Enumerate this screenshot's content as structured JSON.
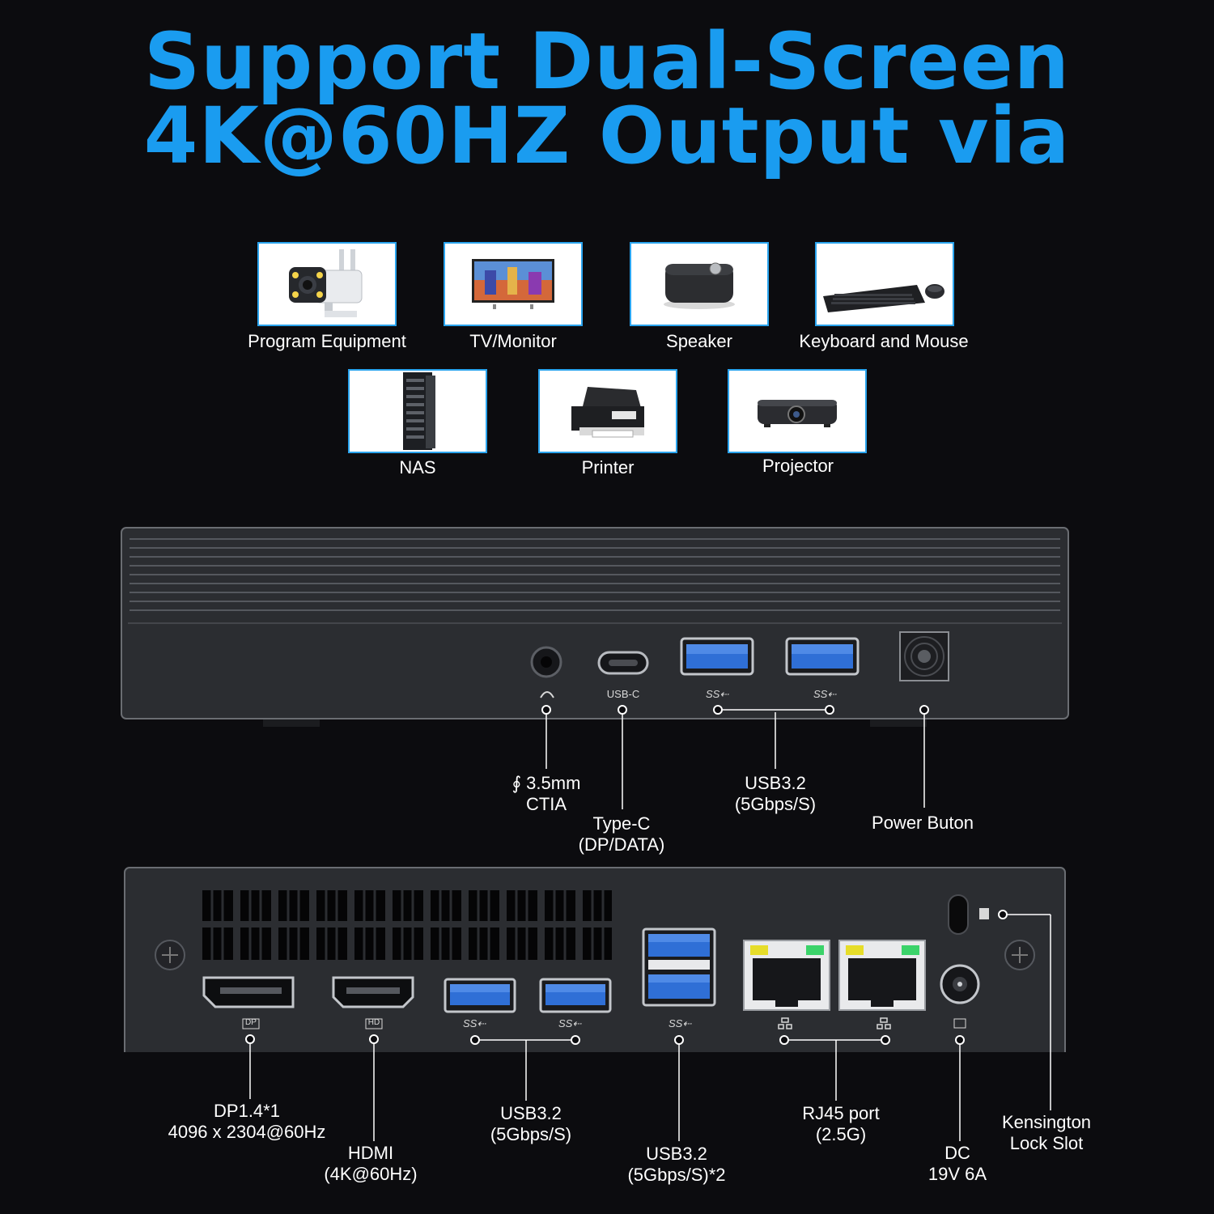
{
  "headline": {
    "line1": "Support Dual-Screen",
    "line2": "4K@60HZ Output via"
  },
  "devices": [
    {
      "label": "Program Equipment",
      "icon": "security-camera-icon"
    },
    {
      "label": "TV/Monitor",
      "icon": "monitor-icon"
    },
    {
      "label": "Speaker",
      "icon": "speaker-icon"
    },
    {
      "label": "Keyboard and Mouse",
      "icon": "keyboard-mouse-icon"
    },
    {
      "label": "NAS",
      "icon": "server-rack-icon"
    },
    {
      "label": "Printer",
      "icon": "printer-icon"
    },
    {
      "label": "Projector",
      "icon": "projector-icon"
    }
  ],
  "front_panel": {
    "icon_usbc": "USB-C",
    "audio_line1": "∮ 3.5mm",
    "audio_line2": "CTIA",
    "typec_line1": "Type-C",
    "typec_line2": "(DP/DATA)",
    "usb_line1": "USB3.2",
    "usb_line2": "(5Gbps/S)",
    "power": "Power Buton"
  },
  "rear_panel": {
    "icon_dp": "DP",
    "icon_hd": "HD",
    "dp_line1": "DP1.4*1",
    "dp_line2": "4096 x 2304@60Hz",
    "hdmi_line1": "HDMI",
    "hdmi_line2": "(4K@60Hz)",
    "usb_line1": "USB3.2",
    "usb_line2": "(5Gbps/S)",
    "usb2_line1": "USB3.2",
    "usb2_line2": "(5Gbps/S)*2",
    "rj45_line1": "RJ45 port",
    "rj45_line2": "(2.5G)",
    "dc_line1": "DC",
    "dc_line2": "19V 6A",
    "lock_line1": "Kensington",
    "lock_line2": "Lock Slot"
  },
  "colors": {
    "headline": "#1a9cf0",
    "card_border": "#2aa4ee",
    "chassis": "#2b2d31",
    "usb_blue": "#2f6fd6"
  }
}
